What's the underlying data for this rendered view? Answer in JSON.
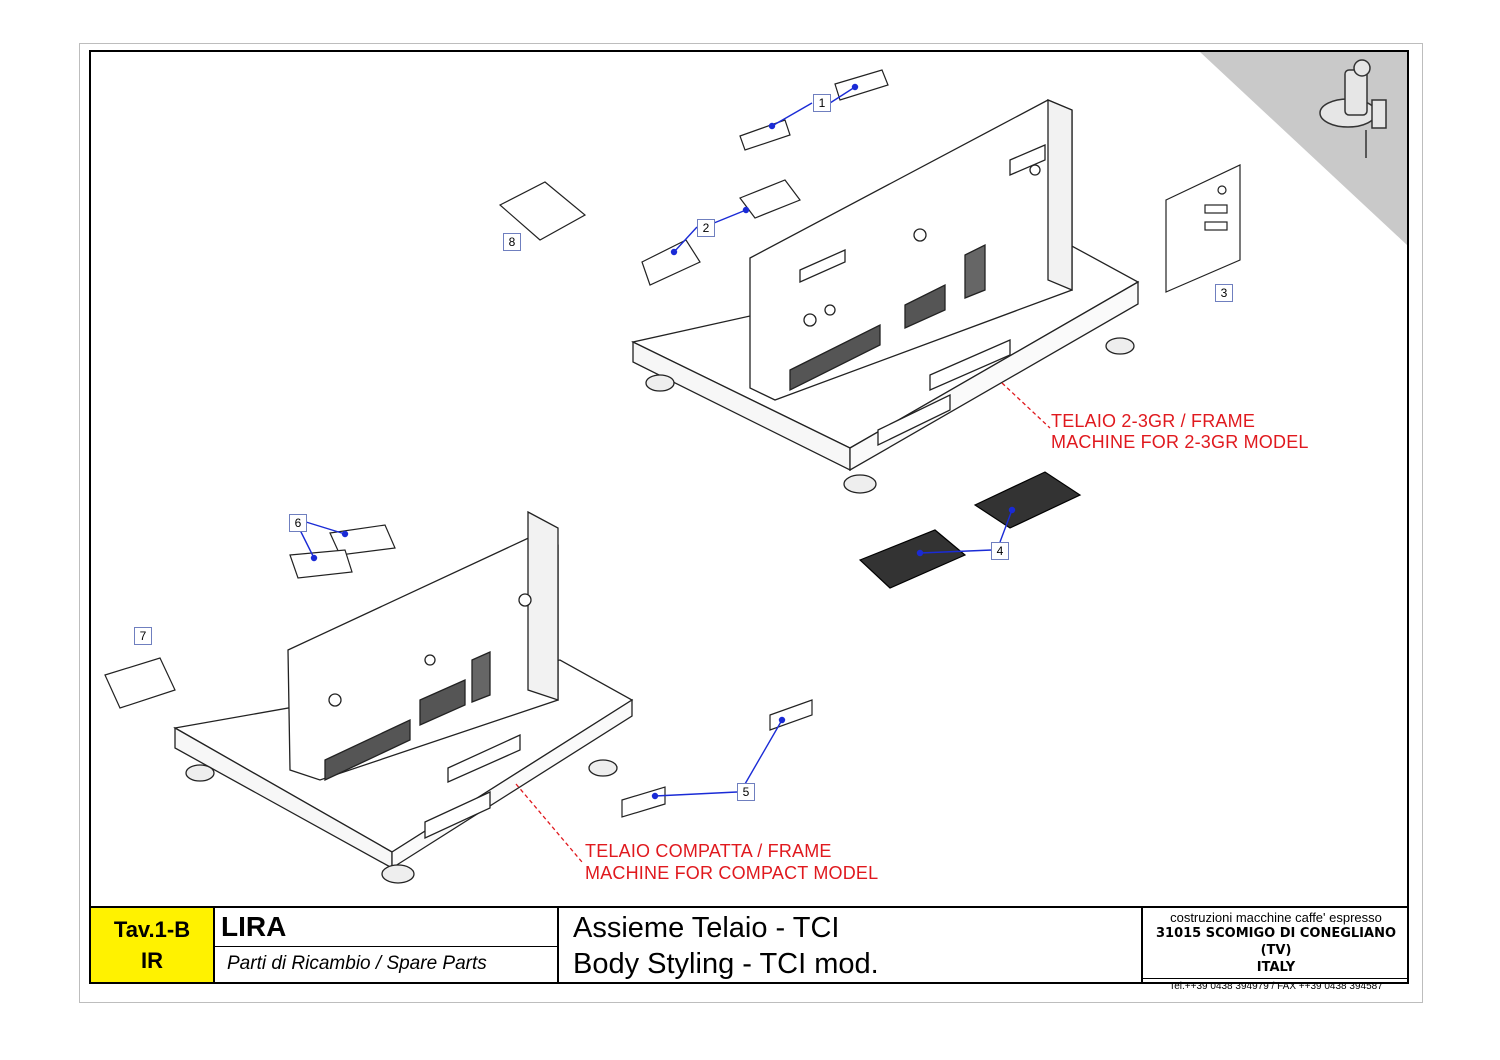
{
  "callouts": [
    {
      "label": "1"
    },
    {
      "label": "2"
    },
    {
      "label": "3"
    },
    {
      "label": "4"
    },
    {
      "label": "5"
    },
    {
      "label": "6"
    },
    {
      "label": "7"
    },
    {
      "label": "8"
    }
  ],
  "notes": {
    "frame_large_line1": "TELAIO 2-3GR / FRAME",
    "frame_large_line2": "MACHINE FOR 2-3GR MODEL",
    "frame_compact_line1": "TELAIO COMPATTA / FRAME",
    "frame_compact_line2": "MACHINE FOR COMPACT MODEL"
  },
  "title_block": {
    "table_id_line1": "Tav.1-B",
    "table_id_line2": "IR",
    "model": "LIRA",
    "subtitle": "Parti di Ricambio / Spare Parts",
    "description_line1": "Assieme Telaio - TCI",
    "description_line2": "Body Styling - TCI mod.",
    "company_line1": "costruzioni macchine caffe' espresso",
    "company_line2": "31015 SCOMIGO DI CONEGLIANO (TV)",
    "company_line3": "ITALY",
    "company_contact": "Tel.++39 0438 394979 / FAX ++39 0438 394587"
  },
  "colors": {
    "note_red": "#e0191e",
    "leader_blue": "#1a2bd6",
    "highlight_yellow": "#fff200",
    "corner_gray": "#c9c9c9"
  }
}
